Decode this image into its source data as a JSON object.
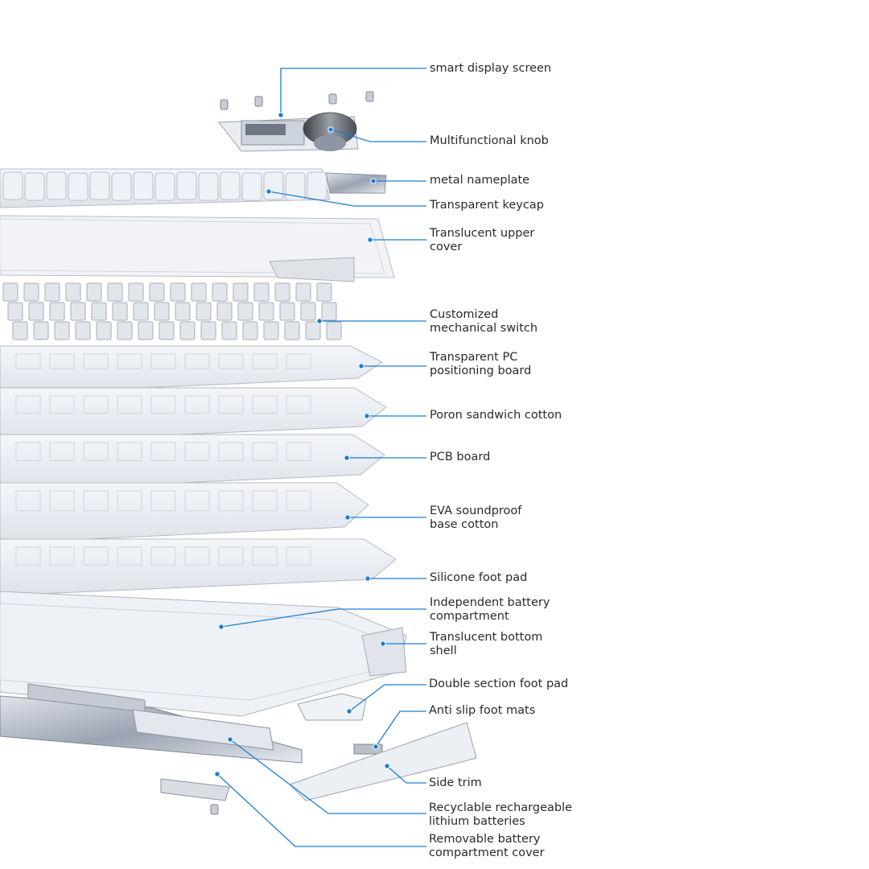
{
  "diagram": {
    "title": "",
    "line_color": "#1a7fd6",
    "labels": [
      {
        "id": "smart-display-screen",
        "text": "smart display screen"
      },
      {
        "id": "multifunctional-knob",
        "text": "Multifunctional knob"
      },
      {
        "id": "metal-nameplate",
        "text": "metal nameplate"
      },
      {
        "id": "transparent-keycap",
        "text": "Transparent keycap"
      },
      {
        "id": "translucent-upper-cover",
        "text": "Translucent upper\ncover"
      },
      {
        "id": "customized-mechanical-switch",
        "text": "Customized\nmechanical switch"
      },
      {
        "id": "transparent-pc-positioning-board",
        "text": "Transparent PC\npositioning board"
      },
      {
        "id": "poron-sandwich-cotton",
        "text": "Poron sandwich cotton"
      },
      {
        "id": "pcb-board",
        "text": "PCB board"
      },
      {
        "id": "eva-soundproof-base-cotton",
        "text": "EVA soundproof\nbase cotton"
      },
      {
        "id": "silicone-foot-pad",
        "text": "Silicone foot pad"
      },
      {
        "id": "independent-battery-compartment",
        "text": "Independent battery\ncompartment"
      },
      {
        "id": "translucent-bottom-shell",
        "text": "Translucent bottom\nshell"
      },
      {
        "id": "double-section-foot-pad",
        "text": "Double section foot pad"
      },
      {
        "id": "anti-slip-foot-mats",
        "text": "Anti slip foot mats"
      },
      {
        "id": "side-trim",
        "text": "Side trim"
      },
      {
        "id": "recyclable-rechargeable-lithium-batteries",
        "text": "Recyclable rechargeable\nlithium batteries"
      },
      {
        "id": "removable-battery-compartment-cover",
        "text": "Removable battery\ncompartment cover"
      }
    ]
  }
}
